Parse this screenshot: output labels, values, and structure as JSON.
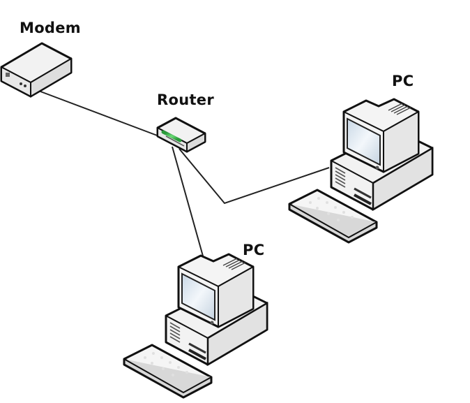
{
  "diagram": {
    "type": "network-topology",
    "nodes": [
      {
        "id": "modem",
        "label": "Modem",
        "device": "modem"
      },
      {
        "id": "router",
        "label": "Router",
        "device": "router"
      },
      {
        "id": "pc1",
        "label": "PC",
        "device": "desktop-computer"
      },
      {
        "id": "pc2",
        "label": "PC",
        "device": "desktop-computer"
      }
    ],
    "links": [
      {
        "from": "modem",
        "to": "router"
      },
      {
        "from": "router",
        "to": "pc1"
      },
      {
        "from": "router",
        "to": "pc2"
      }
    ],
    "colors": {
      "line": "#222222",
      "device_fill": "#f2f2f2",
      "device_shade": "#d6d6d6",
      "screen": "#dfe9f2",
      "router_led": "#3ab54a"
    }
  }
}
